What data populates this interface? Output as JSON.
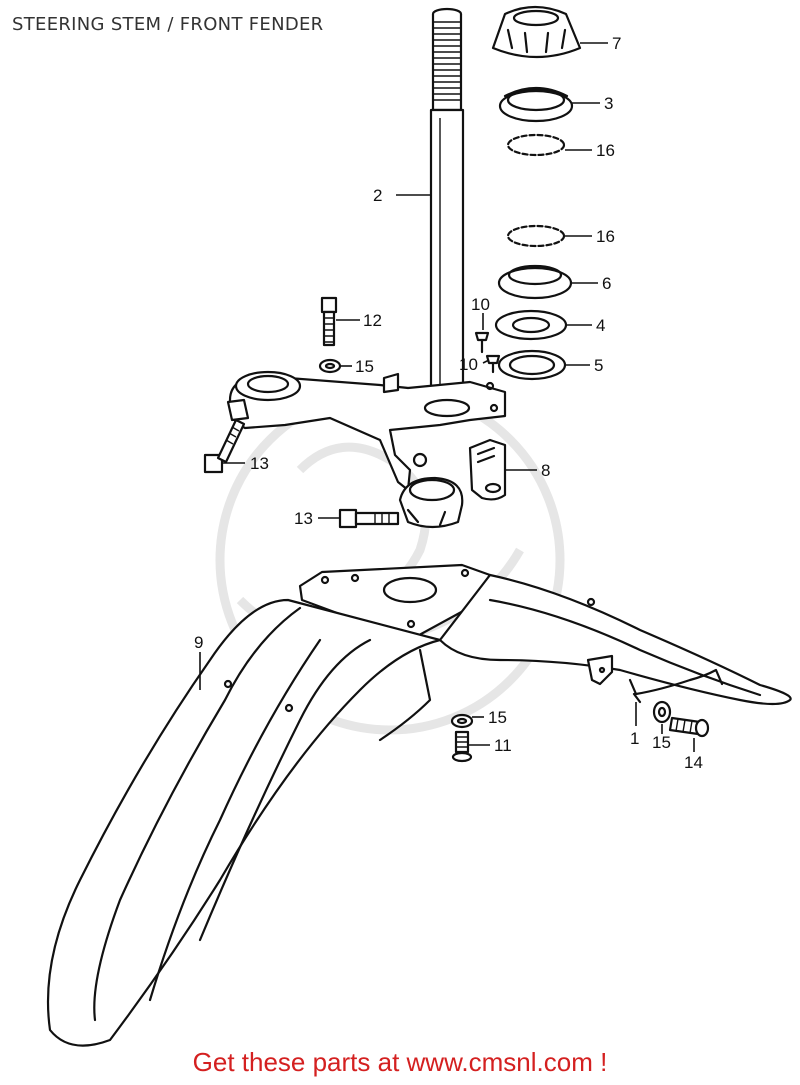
{
  "title": "STEERING STEM / FRONT FENDER",
  "footer": "Get these parts at www.cmsnl.com !",
  "colors": {
    "footer": "#d42020",
    "line": "#111111",
    "title": "#333333"
  },
  "callouts": [
    {
      "id": "c7",
      "label": "7"
    },
    {
      "id": "c3",
      "label": "3"
    },
    {
      "id": "c16a",
      "label": "16"
    },
    {
      "id": "c2",
      "label": "2"
    },
    {
      "id": "c16b",
      "label": "16"
    },
    {
      "id": "c6",
      "label": "6"
    },
    {
      "id": "c12",
      "label": "12"
    },
    {
      "id": "c10a",
      "label": "10"
    },
    {
      "id": "c4",
      "label": "4"
    },
    {
      "id": "c15a",
      "label": "15"
    },
    {
      "id": "c10b",
      "label": "10"
    },
    {
      "id": "c5",
      "label": "5"
    },
    {
      "id": "c13a",
      "label": "13"
    },
    {
      "id": "c8",
      "label": "8"
    },
    {
      "id": "c13b",
      "label": "13"
    },
    {
      "id": "c9",
      "label": "9"
    },
    {
      "id": "c15b",
      "label": "15"
    },
    {
      "id": "c11",
      "label": "11"
    },
    {
      "id": "c1",
      "label": "1"
    },
    {
      "id": "c15c",
      "label": "15"
    },
    {
      "id": "c14",
      "label": "14"
    }
  ]
}
